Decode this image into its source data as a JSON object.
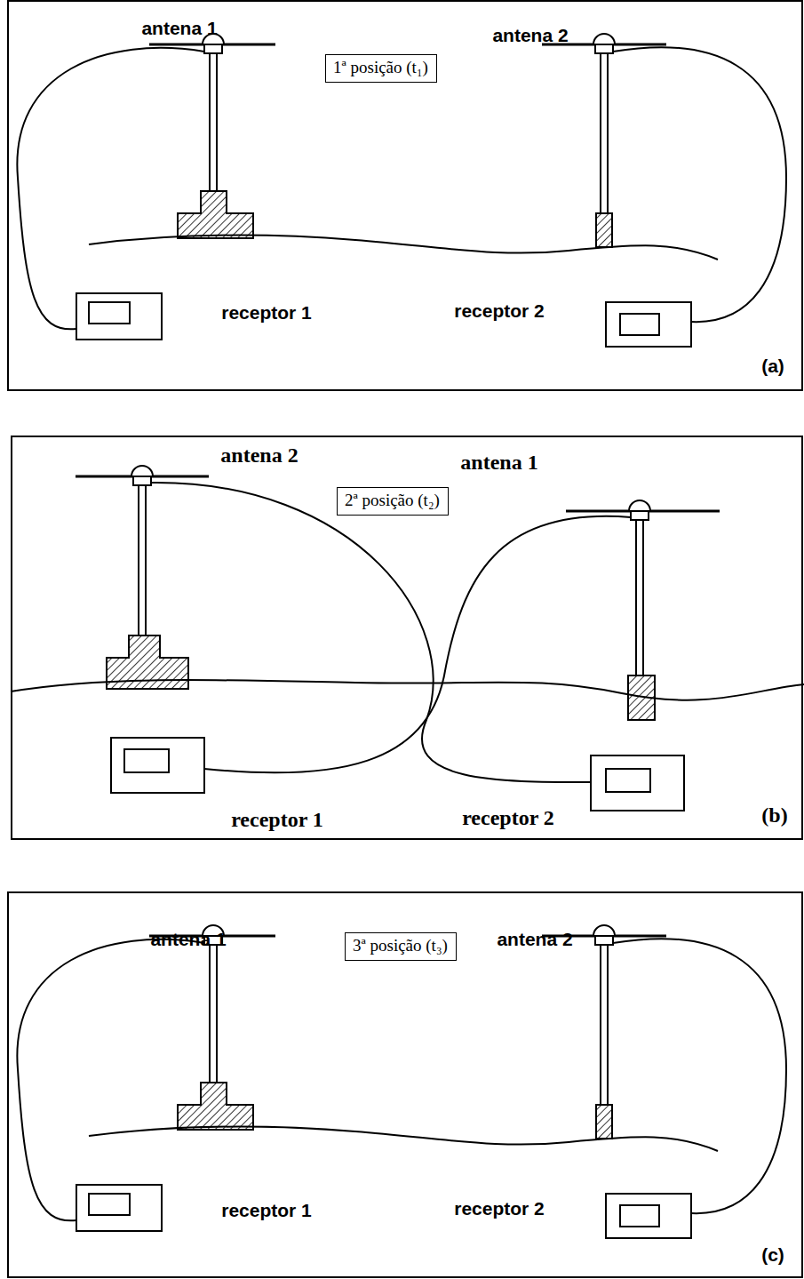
{
  "diagram": {
    "nodes": [
      {
        "text": [
          "antena 1",
          "antena 2",
          "receptor 1",
          "receptor 2",
          "(a)"
        ]
      },
      {
        "text": [
          "1ª posição (t₁)"
        ],
        "in": 0
      },
      {
        "text": [
          "antena 2",
          "antena 1",
          "receptor 1",
          "receptor 2",
          "(b)"
        ]
      },
      {
        "text": [
          "2ª posição (t₂)"
        ],
        "in": 2
      },
      {
        "text": [
          "antena 1",
          "antena 2",
          "receptor 1",
          "receptor 2",
          "(c)"
        ]
      },
      {
        "text": [
          "3ª posição (t₃)"
        ],
        "in": 4
      }
    ]
  }
}
